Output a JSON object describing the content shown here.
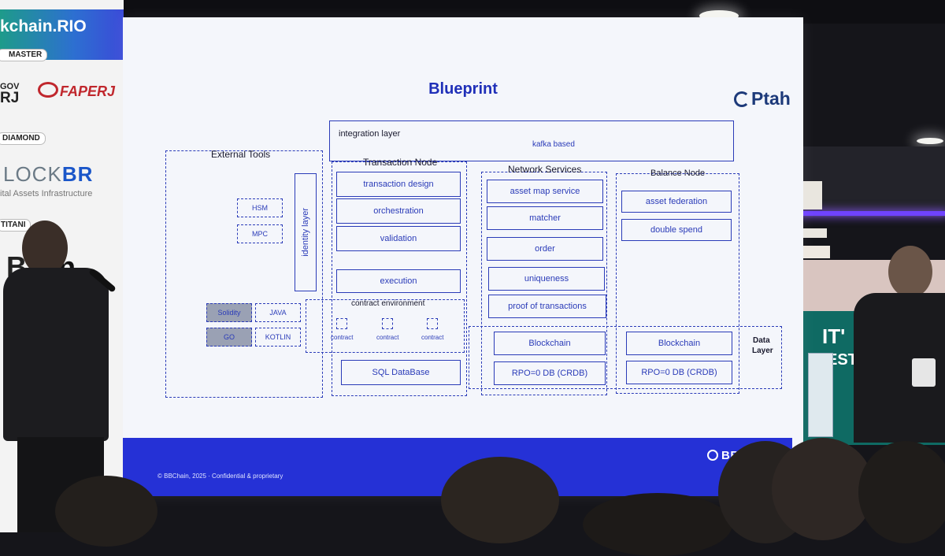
{
  "banner": {
    "brand": "kchain.RIO",
    "tiers": {
      "master": "MASTER",
      "diamond": "DIAMOND",
      "titanium": "TITANI"
    },
    "sponsors": {
      "gov": "GOV",
      "rj": "RJ",
      "faperj": "FAPERJ",
      "lockbr_main": "LOCK",
      "lockbr_accent": "BR",
      "lockbr_sub": "ital Assets Infrastructure",
      "bitcoin": "Bi",
      "bitcoin_suffix": "ain",
      "go": "GO"
    }
  },
  "slide": {
    "title": "Blueprint",
    "logo": "Ptah",
    "footer_brand": "BBCHAIN",
    "footer_text": "© BBChain, 2025 · Confidential & proprietary",
    "integration": {
      "title": "integration layer",
      "sub": "kafka based"
    },
    "external": {
      "title": "External Tools",
      "hsm": "HSM",
      "mpc": "MPC",
      "identity": "identity layer",
      "solidity": "Solidity",
      "java": "JAVA",
      "go": "GO",
      "kotlin": "KOTLIN"
    },
    "transaction": {
      "title": "Transaction Node",
      "items": [
        "transaction design",
        "orchestration",
        "validation",
        "execution"
      ],
      "contract_env": "contract environment",
      "contract": "contract",
      "sql": "SQL DataBase"
    },
    "network": {
      "title": "Network Services",
      "items": [
        "asset map service",
        "matcher",
        "order",
        "uniqueness",
        "proof of transactions"
      ],
      "blockchain": "Blockchain",
      "rpo": "RPO=0 DB (CRDB)"
    },
    "balance": {
      "title": "Balance Node",
      "items": [
        "asset federation",
        "double spend"
      ],
      "blockchain": "Blockchain",
      "rpo": "RPO=0 DB (CRDB)"
    },
    "data_layer": {
      "line1": "Data",
      "line2": "Layer"
    }
  },
  "booth": {
    "sign": "IT'",
    "sign2": "EST"
  }
}
